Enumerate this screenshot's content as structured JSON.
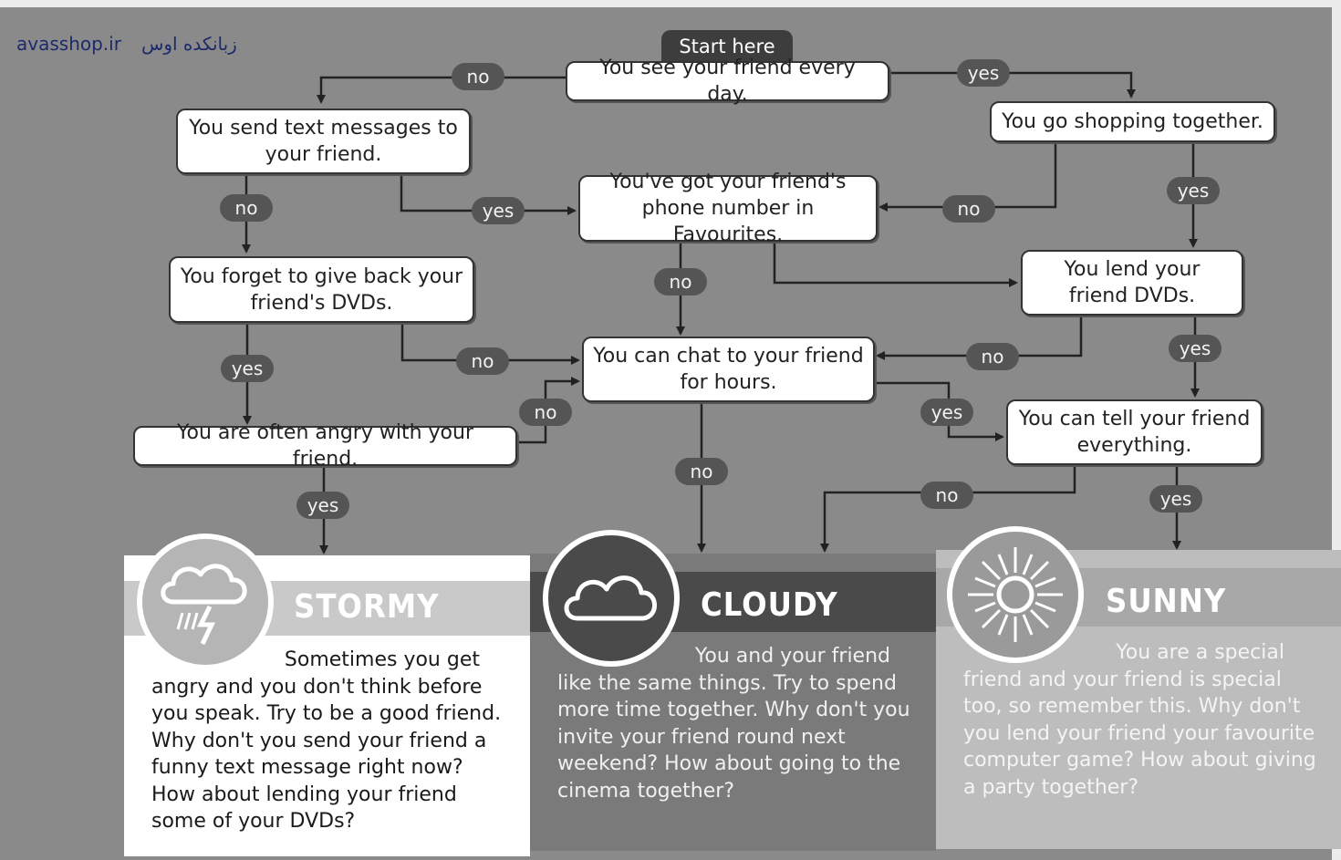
{
  "watermark": {
    "latin": "avasshop.ir",
    "farsi": "زبانکده اوس"
  },
  "start_label": "Start here",
  "boxes": {
    "see_every_day": "You see your friend every day.",
    "send_texts": "You send text messages to your friend.",
    "go_shopping": "You go shopping together.",
    "favourites": "You've got your friend's phone number in Favourites.",
    "forget_dvds": "You forget to give back your friend's DVDs.",
    "lend_dvds": "You lend your friend DVDs.",
    "chat_hours": "You can chat to your friend for hours.",
    "angry": "You are often angry with your friend.",
    "tell_everything": "You can tell your friend everything."
  },
  "labels": {
    "yes": "yes",
    "no": "no"
  },
  "results": {
    "stormy": {
      "title": "STORMY",
      "lead": "Sometimes you get",
      "body": "angry and you don't think before you speak. Try to be a good friend. Why don't you send your friend a funny text message right now? How about lending your friend some of your DVDs?",
      "icon": "storm-cloud-icon"
    },
    "cloudy": {
      "title": "CLOUDY",
      "lead": "You and your friend",
      "body": "like the same things. Try to spend more time together. Why don't you invite your friend round next weekend? How about going to the cinema together?",
      "icon": "cloud-icon"
    },
    "sunny": {
      "title": "SUNNY",
      "lead": "You are a special",
      "body": "friend and your friend is special too, so remember this. Why don't you lend your friend your favourite computer game? How about giving a party together?",
      "icon": "sun-icon"
    }
  },
  "colors": {
    "background": "#8a8a8a",
    "box_fill": "#ffffff",
    "pill": "#555555",
    "stormy_band": "#c9c9c9",
    "cloudy_band": "#4a4a4a",
    "sunny_band": "#a8a8a8"
  }
}
